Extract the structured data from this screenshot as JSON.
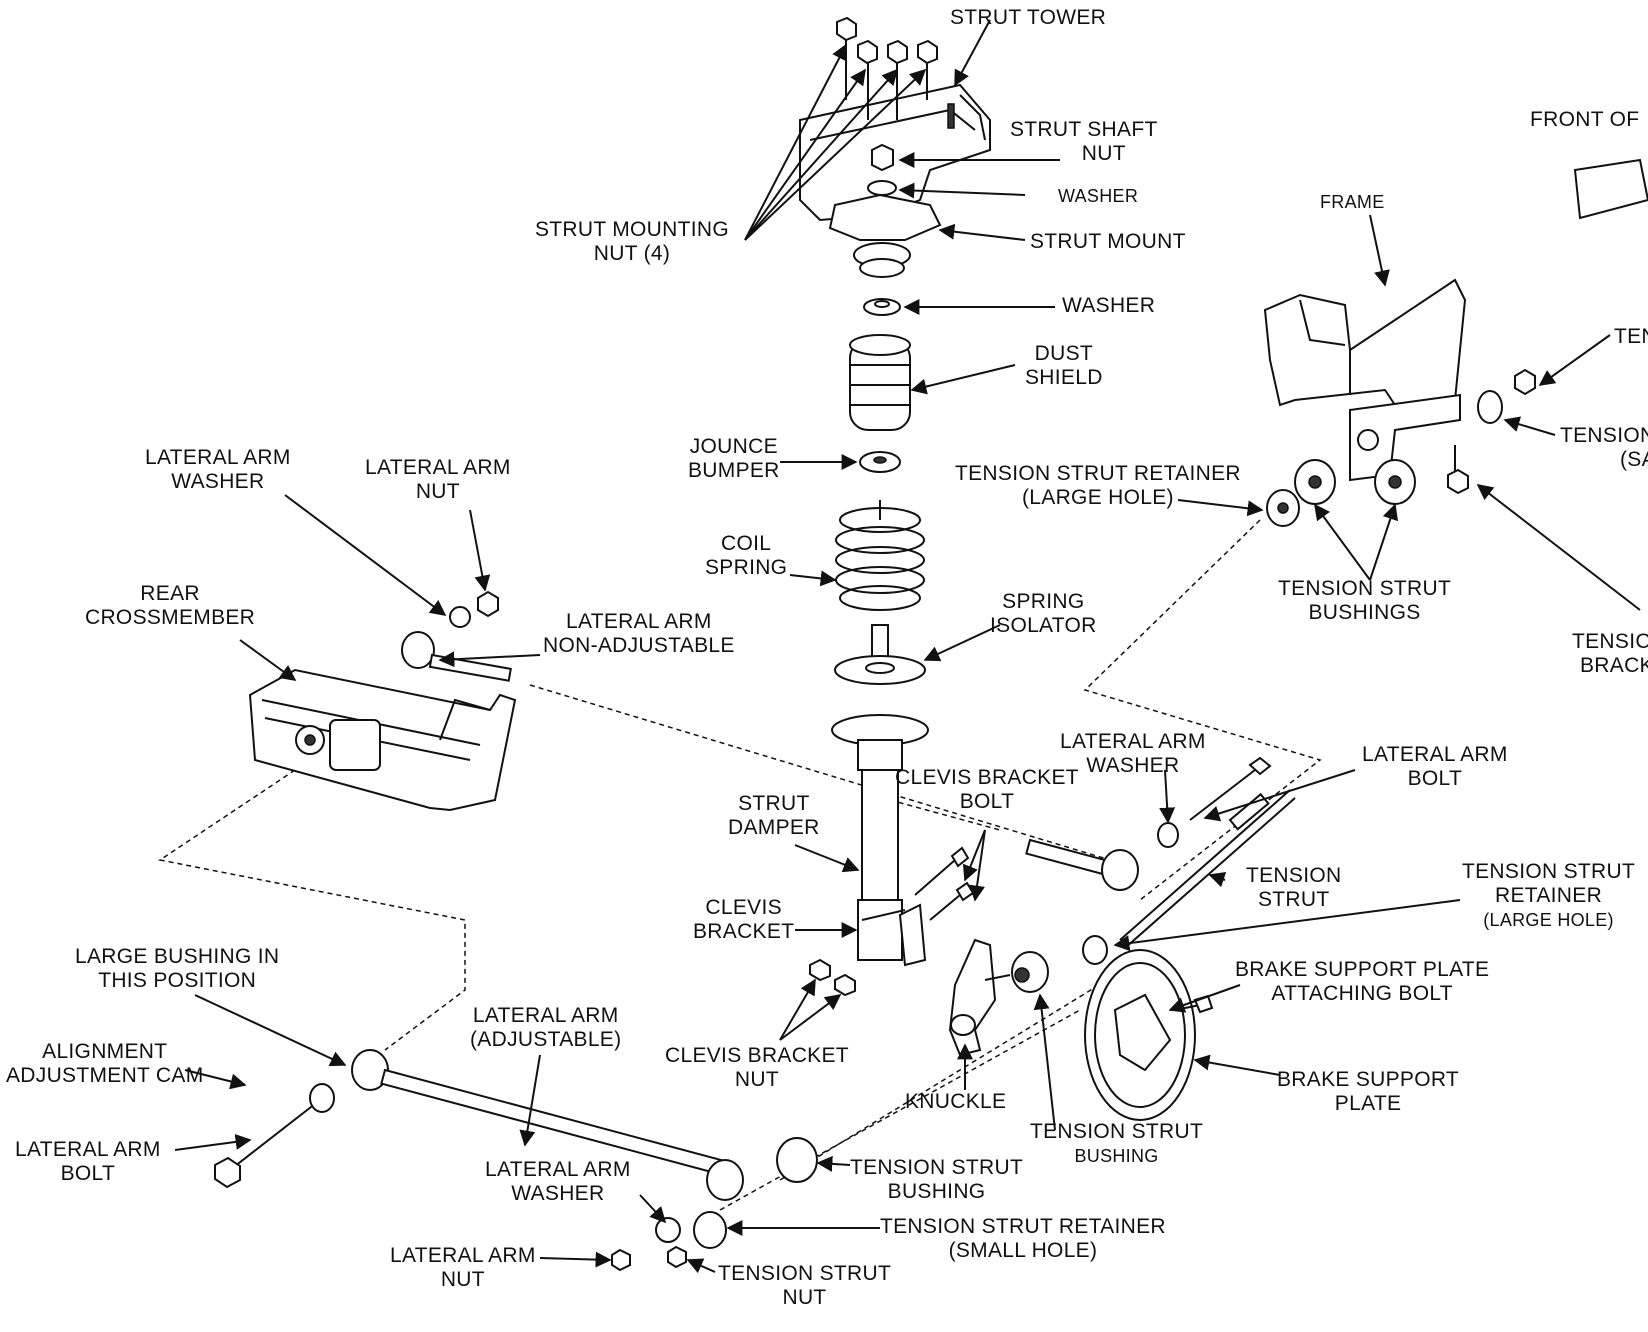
{
  "labels": {
    "strut_tower": "STRUT TOWER",
    "front_of": "FRONT OF",
    "strut_shaft_nut_1": "STRUT SHAFT",
    "strut_shaft_nut_2": "NUT",
    "washer_top": "WASHER",
    "strut_mount": "STRUT MOUNT",
    "strut_mounting_nut_1": "STRUT MOUNTING",
    "strut_mounting_nut_2": "NUT (4)",
    "washer_mid": "WASHER",
    "frame": "FRAME",
    "dust_shield_1": "DUST",
    "dust_shield_2": "SHIELD",
    "ten_cut": "TEN",
    "tension_cut_1": "TENSION",
    "tension_cut_2": "(SA",
    "jounce_1": "JOUNCE",
    "jounce_2": "BUMPER",
    "tsr_large_1": "TENSION  STRUT RETAINER",
    "tsr_large_2": "(LARGE HOLE)",
    "lat_arm_washer_tl_1": "LATERAL ARM",
    "lat_arm_washer_tl_2": "WASHER",
    "lat_arm_nut_tl_1": "LATERAL ARM",
    "lat_arm_nut_tl_2": "NUT",
    "coil_1": "COIL",
    "coil_2": "SPRING",
    "ts_bushings_1": "TENSION STRUT",
    "ts_bushings_2": "BUSHINGS",
    "rear_cross_1": "REAR",
    "rear_cross_2": "CROSSMEMBER",
    "spring_iso_1": "SPRING",
    "spring_iso_2": "ISOLATOR",
    "tension_brack_1": "TENSIC",
    "tension_brack_2": "BRACK",
    "lat_arm_nonadj_1": "LATERAL ARM",
    "lat_arm_nonadj_2": "NON-ADJUSTABLE",
    "lat_arm_washer_r_1": "LATERAL ARM",
    "lat_arm_washer_r_2": "WASHER",
    "lat_arm_bolt_r_1": "LATERAL ARM",
    "lat_arm_bolt_r_2": "BOLT",
    "clevis_bolt_1": "CLEVIS BRACKET",
    "clevis_bolt_2": "BOLT",
    "strut_damper_1": "STRUT",
    "strut_damper_2": "DAMPER",
    "tension_strut_1": "TENSION",
    "tension_strut_2": "STRUT",
    "tsr_r_1": "TENSION STRUT",
    "tsr_r_2": "RETAINER",
    "tsr_r_3": "(LARGE HOLE)",
    "clevis_bracket_1": "CLEVIS",
    "clevis_bracket_2": "BRACKET",
    "large_bushing_1": "LARGE BUSHING IN",
    "large_bushing_2": "THIS POSITION",
    "brake_bolt_1": "BRAKE SUPPORT PLATE",
    "brake_bolt_2": "ATTACHING BOLT",
    "lat_arm_adj_1": "LATERAL ARM",
    "lat_arm_adj_2": "(ADJUSTABLE)",
    "alignment_1": "ALIGNMENT",
    "alignment_2": "ADJUSTMENT CAM",
    "clevis_nut_1": "CLEVIS BRACKET",
    "clevis_nut_2": "NUT",
    "brake_plate_1": "BRAKE SUPPORT",
    "brake_plate_2": "PLATE",
    "knuckle": "KNUCKLE",
    "lat_arm_bolt_l_1": "LATERAL ARM",
    "lat_arm_bolt_l_2": "BOLT",
    "ts_bushing_r_1": "TENSION STRUT",
    "ts_bushing_r_2": "BUSHING",
    "ts_bushing_b_1": "TENSION STRUT",
    "ts_bushing_b_2": "BUSHING",
    "lat_arm_washer_b_1": "LATERAL ARM",
    "lat_arm_washer_b_2": "WASHER",
    "tsr_small_1": "TENSION STRUT RETAINER",
    "tsr_small_2": "(SMALL HOLE)",
    "lat_arm_nut_b_1": "LATERAL ARM",
    "lat_arm_nut_b_2": "NUT",
    "ts_nut_1": "TENSION  STRUT",
    "ts_nut_2": "NUT"
  }
}
